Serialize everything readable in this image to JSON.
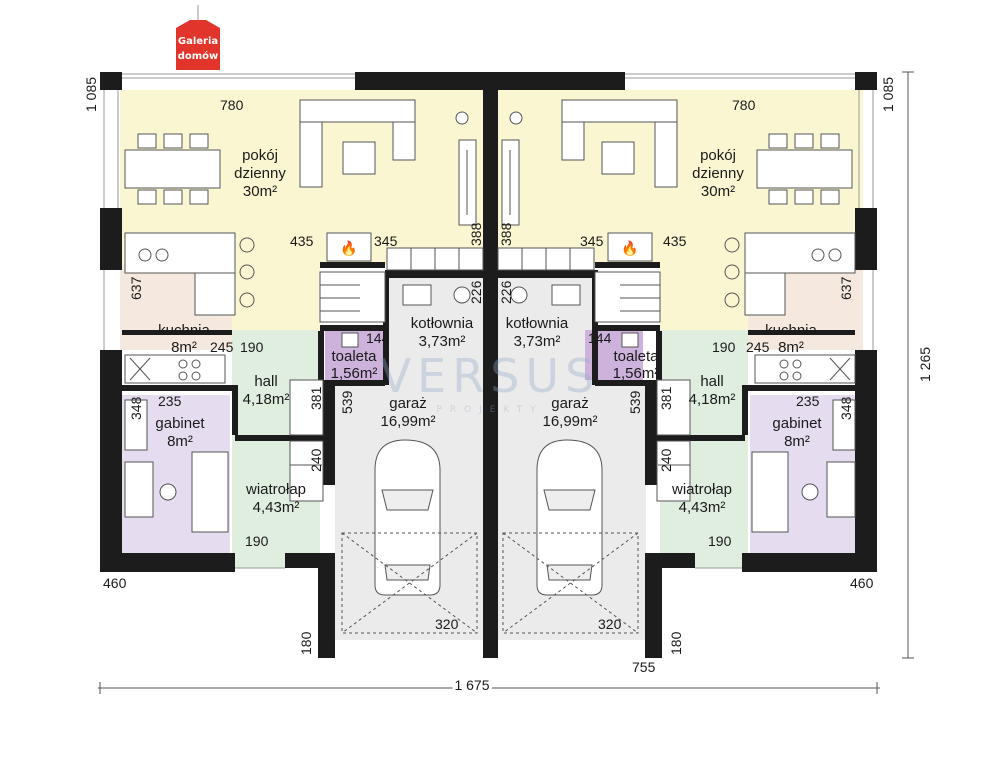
{
  "logo": {
    "line1": "Galeria",
    "line2": "domów"
  },
  "watermark": {
    "main": "VERSUS",
    "sub": "PROJEKTY"
  },
  "colors": {
    "living": "#fbf6d2",
    "kitchen": "#f5e9df",
    "green": "#dfeedf",
    "purple": "#e6dcef",
    "garage": "#ebebeb",
    "wc": "#cdb2dc",
    "wall": "#1c1c1c",
    "logo": "#e1342b"
  },
  "rooms": {
    "pokoj_line1": "pokój",
    "pokoj_line2": "dzienny",
    "pokoj_area": "30m²",
    "kuchnia": "kuchnia",
    "kuchnia_area": "8m²",
    "gabinet": "gabinet",
    "gabinet_area": "8m²",
    "hall": "hall",
    "hall_area": "4,18m²",
    "wiatrolap": "wiatrołap",
    "wiatrolap_area": "4,43m²",
    "toaleta": "toaleta",
    "toaleta_area": "1,56m²",
    "kotlownia": "kotłownia",
    "kotlownia_area": "3,73m²",
    "garaz": "garaż",
    "garaz_area": "16,99m²"
  },
  "dims": {
    "top_left": "1 085",
    "top_right": "1 085",
    "right_total": "1 265",
    "bottom_total": "1 675",
    "d780": "780",
    "d435": "435",
    "d345": "345",
    "d388": "388",
    "d226": "226",
    "d637": "637",
    "d245": "245",
    "d190": "190",
    "d144": "144",
    "d381": "381",
    "d539": "539",
    "d348": "348",
    "d235": "235",
    "d240": "240",
    "d460": "460",
    "d180": "180",
    "d320": "320",
    "d755": "755"
  }
}
